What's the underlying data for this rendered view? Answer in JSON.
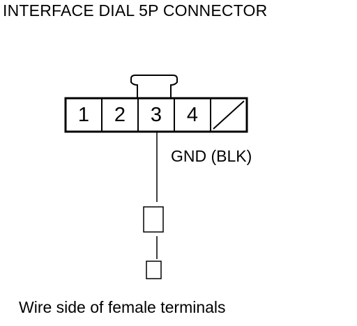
{
  "title": "INTERFACE DIAL 5P CONNECTOR",
  "connector": {
    "pins": [
      "1",
      "2",
      "3",
      "4"
    ],
    "blank_cavity": "unused-pin-5"
  },
  "wire": {
    "label": "GND (BLK)"
  },
  "caption": "Wire side of female terminals"
}
